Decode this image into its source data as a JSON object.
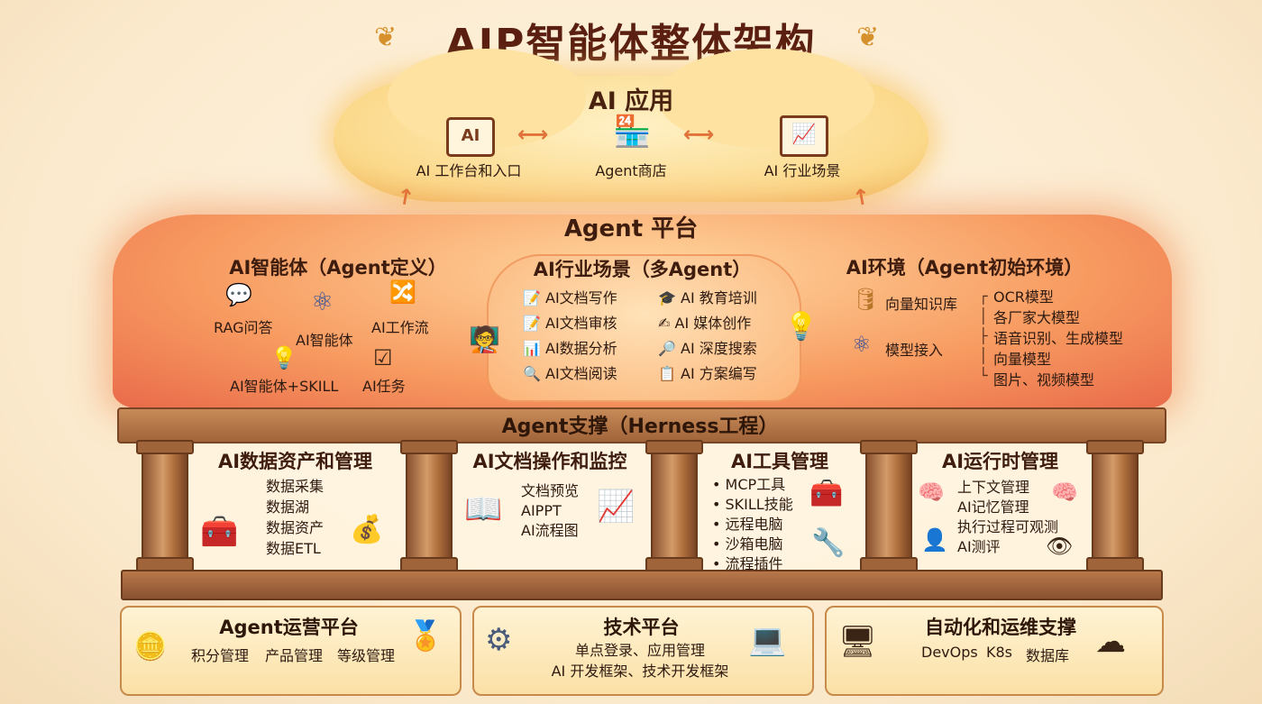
{
  "title": "AIP智能体整体架构",
  "ai_app": {
    "title": "AI 应用",
    "items": [
      {
        "label": "AI 工作台和入口",
        "icon": "ai-window-icon"
      },
      {
        "label": "Agent商店",
        "icon": "store-icon"
      },
      {
        "label": "AI 行业场景",
        "icon": "chart-board-icon"
      }
    ]
  },
  "agent_platform": {
    "title": "Agent 平台",
    "agents": {
      "title": "AI智能体（Agent定义）",
      "items": [
        "RAG问答",
        "AI智能体",
        "AI工作流",
        "AI智能体+SKILL",
        "AI任务"
      ]
    },
    "scenes": {
      "title": "AI行业场景（多Agent）",
      "left": [
        "AI文档写作",
        "AI文档审核",
        "AI数据分析",
        "AI文档阅读"
      ],
      "right": [
        "AI 教育培训",
        "AI 媒体创作",
        "AI 深度搜索",
        "AI 方案编写"
      ]
    },
    "env": {
      "title": "AI环境（Agent初始环境）",
      "knowledge": "向量知识库",
      "model_access": "模型接入",
      "models": [
        "OCR模型",
        "各厂家大模型",
        "语音识别、生成模型",
        "向量模型",
        "图片、视频模型"
      ]
    }
  },
  "support": {
    "title": "Agent支撑（Herness工程）",
    "data": {
      "title": "AI数据资产和管理",
      "items": [
        "数据采集",
        "数据湖",
        "数据资产",
        "数据ETL"
      ]
    },
    "docs": {
      "title": "AI文档操作和监控",
      "items": [
        "文档预览",
        "AIPPT",
        "AI流程图"
      ]
    },
    "tools": {
      "title": "AI工具管理",
      "items": [
        "• MCP工具",
        "• SKILL技能",
        "• 远程电脑",
        "• 沙箱电脑",
        "• 流程插件"
      ]
    },
    "runtime": {
      "title": "AI运行时管理",
      "items": [
        "上下文管理",
        "AI记忆管理",
        "执行过程可观测",
        "AI测评"
      ]
    }
  },
  "bottom": {
    "ops": {
      "title": "Agent运营平台",
      "items": [
        "积分管理",
        "产品管理",
        "等级管理"
      ]
    },
    "tech": {
      "title": "技术平台",
      "lines": [
        "单点登录、应用管理",
        "AI 开发框架、技术开发框架"
      ]
    },
    "auto": {
      "title": "自动化和运维支撑",
      "items": [
        "DevOps",
        "K8s",
        "数据库"
      ]
    }
  },
  "colors": {
    "accent": "#e0723a",
    "title": "#5a1f10",
    "wood": "#a0643a"
  }
}
